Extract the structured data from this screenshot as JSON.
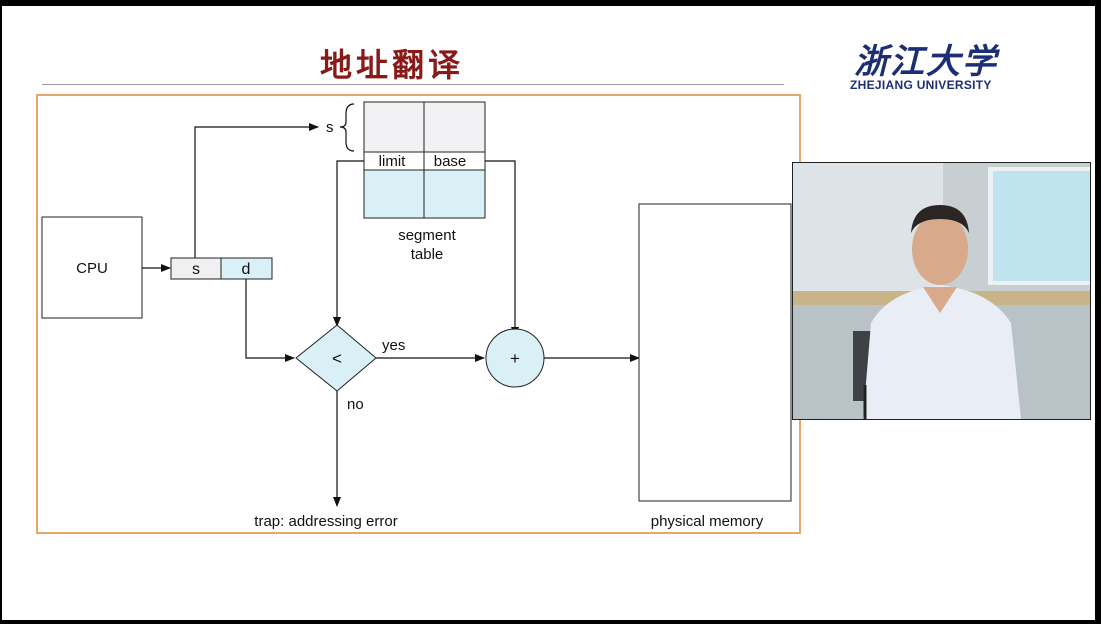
{
  "slide": {
    "title": "地址翻译",
    "logo": {
      "name_cn": "浙江大学",
      "name_en": "ZHEJIANG UNIVERSITY"
    }
  },
  "diagram": {
    "cpu_label": "CPU",
    "address_fields": {
      "s": "s",
      "d": "d"
    },
    "segment_index_label": "s",
    "segment_table": {
      "columns": [
        "limit",
        "base"
      ],
      "caption_line1": "segment",
      "caption_line2": "table"
    },
    "comparator_symbol": "<",
    "adder_symbol": "+",
    "yes_label": "yes",
    "no_label": "no",
    "trap_label": "trap: addressing error",
    "memory_label": "physical memory"
  },
  "colors": {
    "title": "#8a1a1a",
    "logo": "#1d2f74",
    "frame_border": "#e6a86a",
    "cell_fill": "#d8f0f6",
    "diamond_fill": "#d8f0f6",
    "table_top_fill": "#f2f2f4"
  }
}
